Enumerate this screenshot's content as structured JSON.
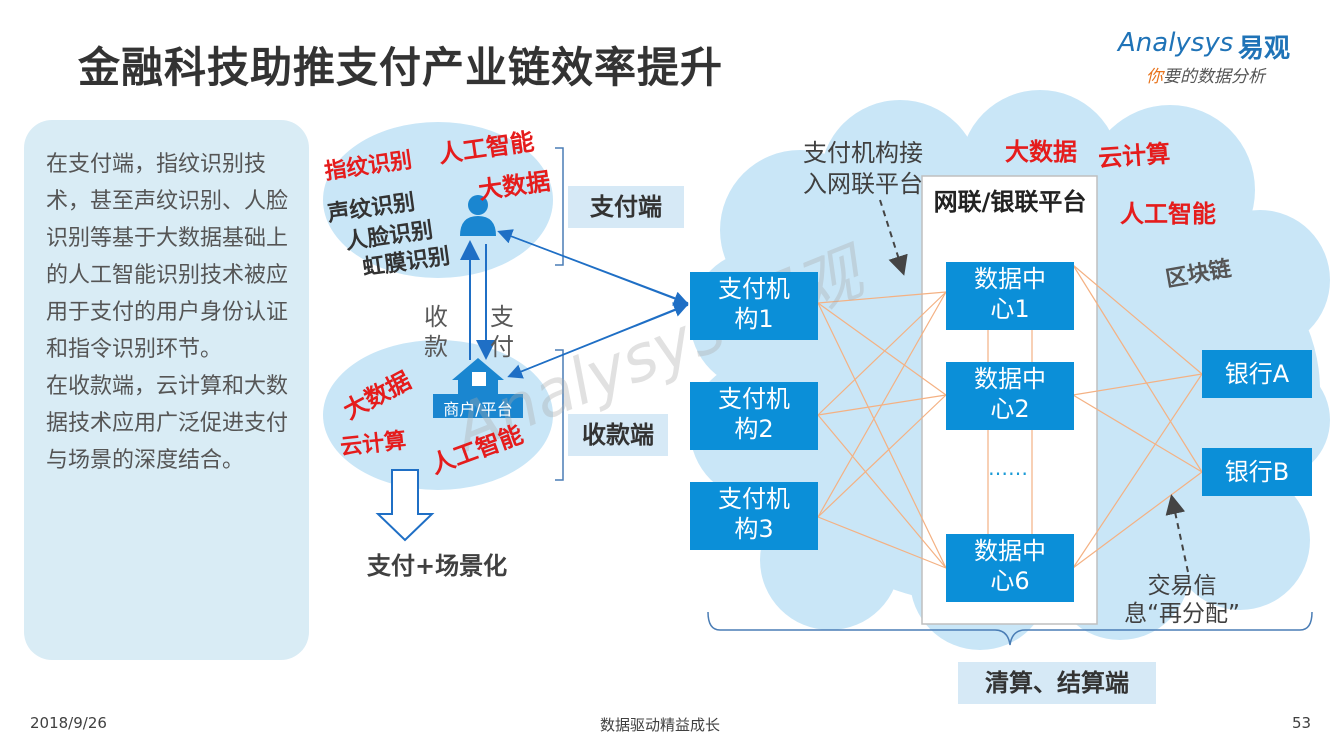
{
  "header": {
    "title": "金融科技助推支付产业链效率提升",
    "logo_en": "Analysys",
    "logo_cn": "易观",
    "logo_slogan_first": "你",
    "logo_slogan_rest": "要的数据分析"
  },
  "left_panel": {
    "paragraph1": "在支付端，指纹识别技术，甚至声纹识别、人脸识别等基于大数据基础上的人工智能识别技术被应用于支付的用户身份认证和指令识别环节。",
    "paragraph2": "在收款端，云计算和大数据技术应用广泛促进支付与场景的深度结合。"
  },
  "diagram": {
    "payment_side": {
      "keywords": [
        "指纹识别",
        "人工智能",
        "大数据",
        "声纹识别",
        "人脸识别",
        "虹膜识别"
      ],
      "label": "支付端"
    },
    "arrow_labels": {
      "collect": "收款",
      "pay": "支付"
    },
    "merchant_label": "商户/平台",
    "collect_side": {
      "keywords": [
        "大数据",
        "云计算",
        "人工智能"
      ],
      "label": "收款端"
    },
    "bottom_label": "支付+场景化",
    "institutions": [
      "支付机构1",
      "支付机构2",
      "支付机构3"
    ],
    "access_note": "支付机构接入网联平台",
    "platform": {
      "title": "网联/银联平台",
      "datacenters": [
        "数据中心1",
        "数据中心2",
        "数据中心6"
      ],
      "ellipsis": "……"
    },
    "cloud_keywords": [
      "大数据",
      "云计算",
      "人工智能",
      "区块链"
    ],
    "banks": [
      "银行A",
      "银行B"
    ],
    "redistribute_note": "交易信息“再分配”",
    "settlement_label": "清算、结算端",
    "colors": {
      "box_blue": "#0b8fd8",
      "cloud": "#c9e6f7",
      "keyword_red": "#e51c1c",
      "line_orange": "#f4b183",
      "arrow_blue": "#1f6fc5"
    }
  },
  "footer": {
    "date": "2018/9/26",
    "center": "数据驱动精益成长",
    "page": "53"
  }
}
